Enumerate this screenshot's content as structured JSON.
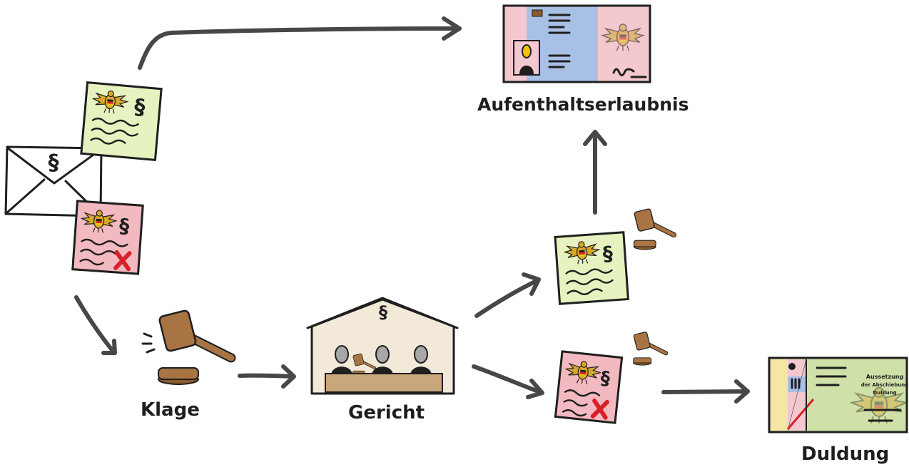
{
  "labels": {
    "residence_permit": "Aufenthaltserlaubnis",
    "lawsuit": "Klage",
    "court": "Gericht",
    "toleration": "Duldung"
  },
  "paragraph_sign": "§",
  "duldung_card": {
    "line1": "Aussetzung",
    "line2": "der Abschiebung",
    "line3": "Duldung"
  },
  "colors": {
    "approved_doc": "#e6f3c0",
    "rejected_doc": "#f2b9c0",
    "reject_mark": "#d8202a",
    "arrow": "#474747",
    "gavel": "#a97443",
    "court_building": "#f3e9d8",
    "permit_card_blue": "#a9c0e6",
    "permit_card_pink": "#f3c8cf",
    "duldung_card_green": "#cfe0a8"
  },
  "icons": [
    "envelope-icon",
    "approved-notice-icon",
    "rejected-notice-icon",
    "gavel-icon",
    "court-building-icon",
    "residence-permit-card-icon",
    "duldung-card-icon"
  ]
}
